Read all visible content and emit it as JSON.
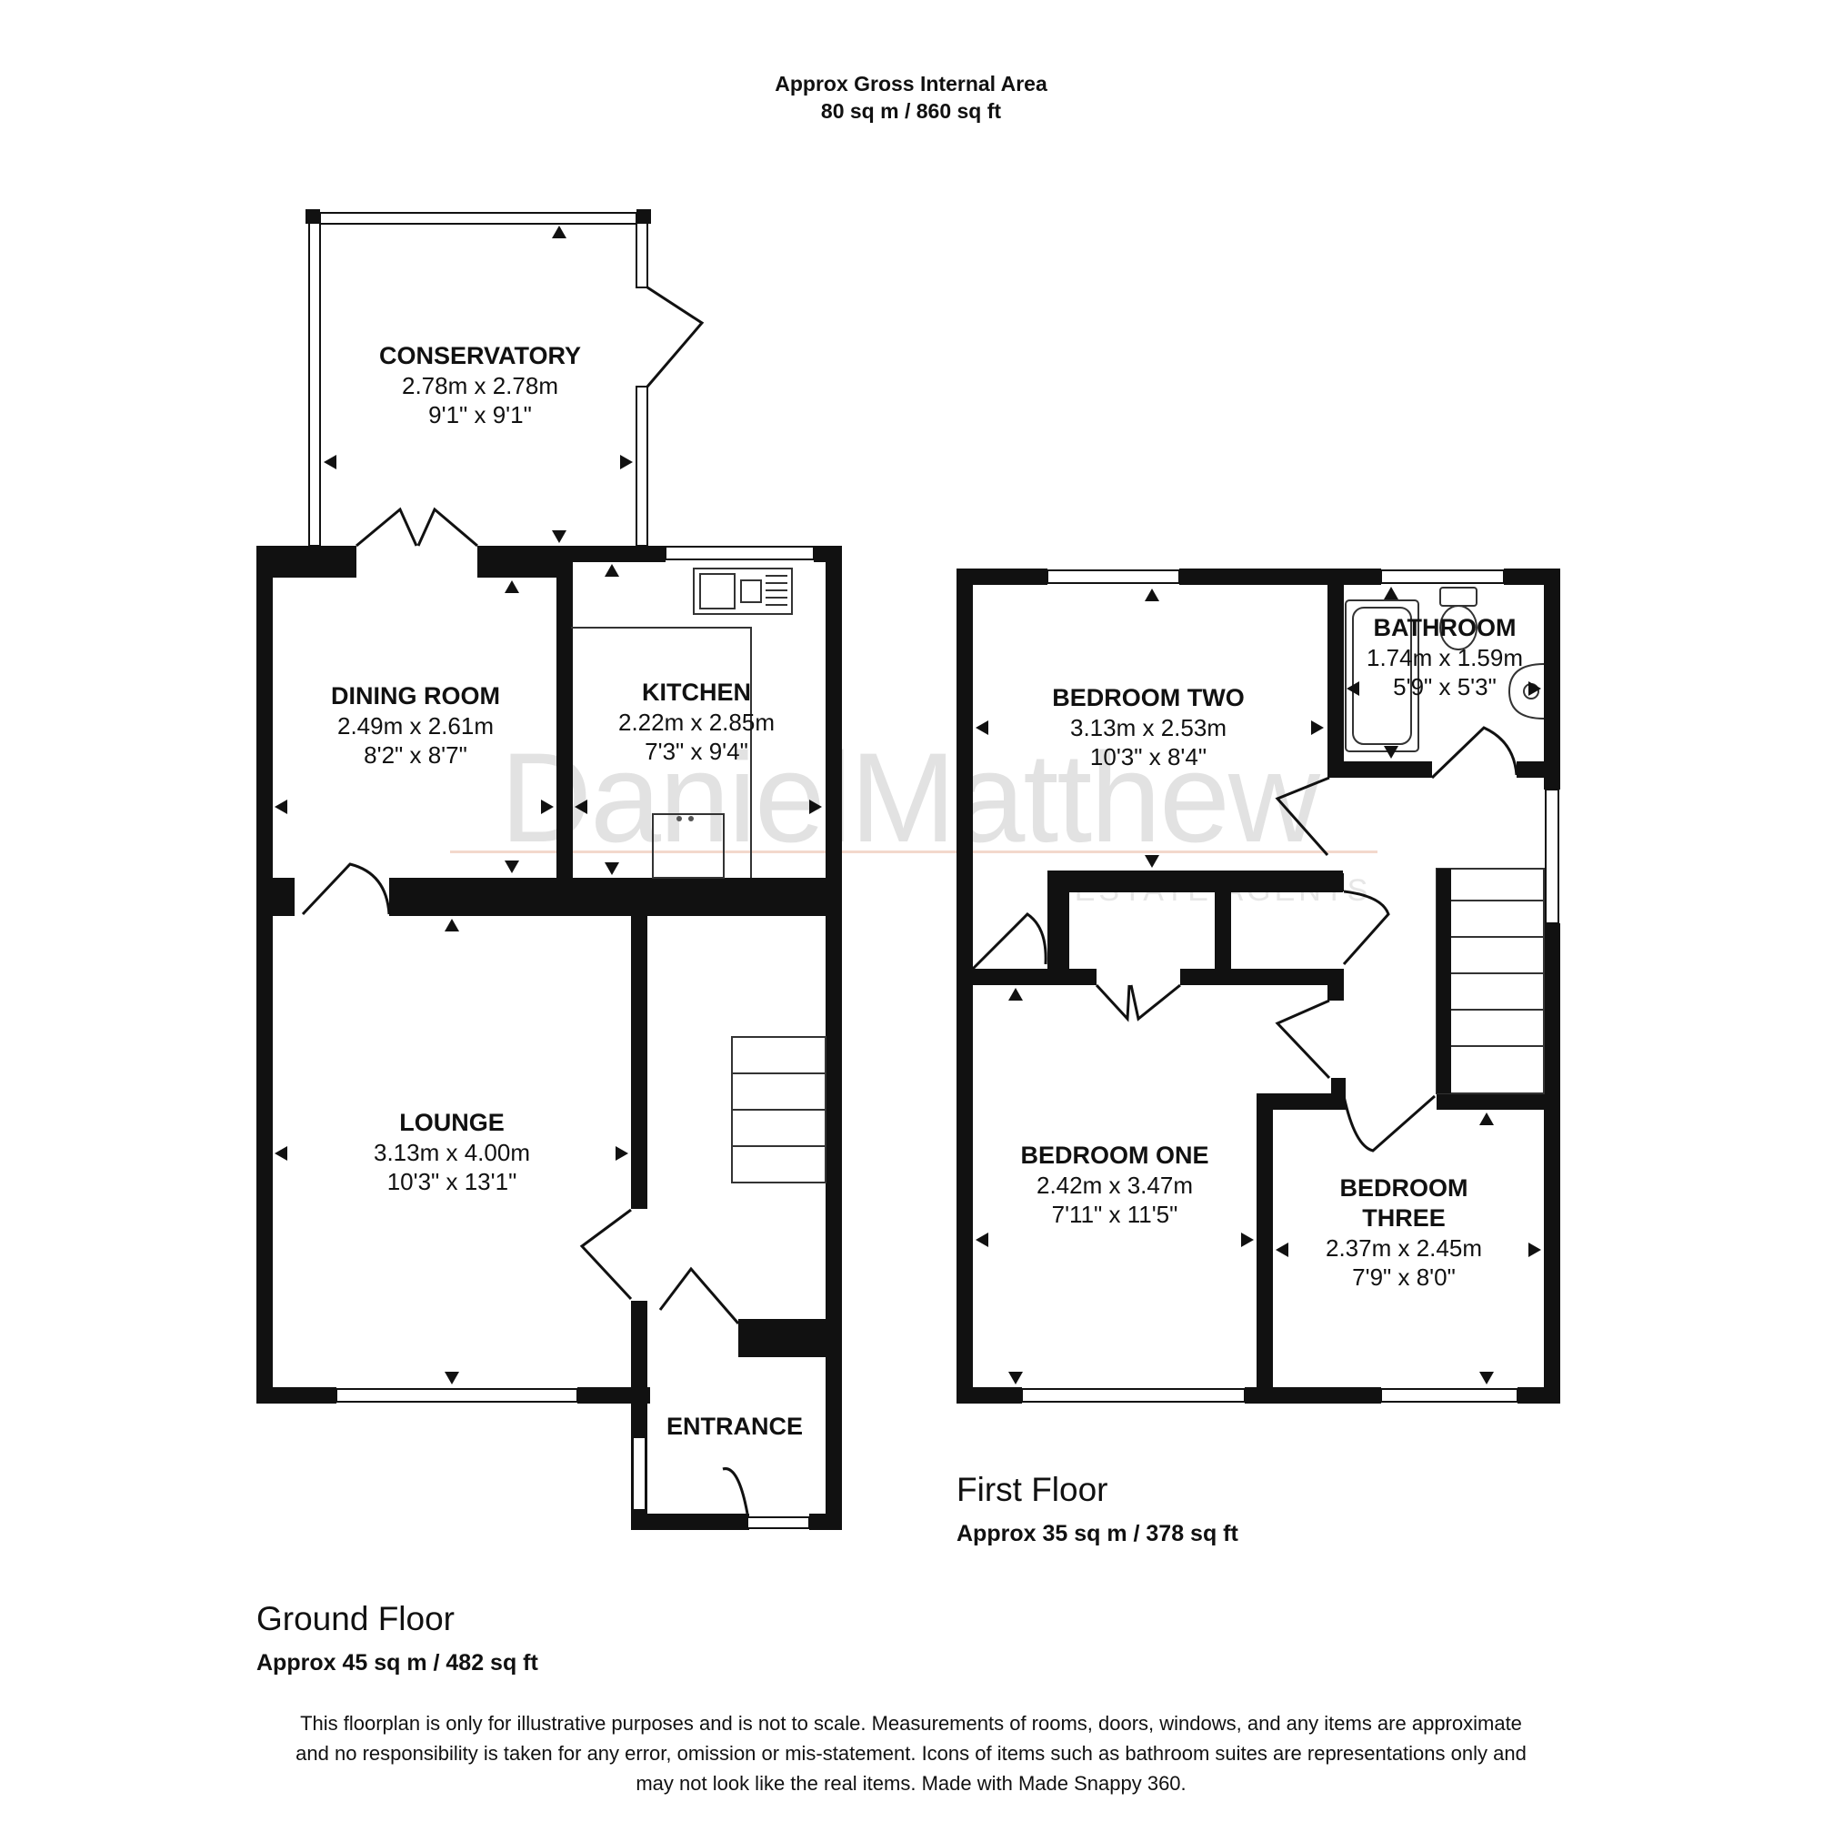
{
  "header": {
    "line1": "Approx Gross Internal Area",
    "line2": "80 sq m / 860 sq ft"
  },
  "watermark": {
    "brand": "DanielMatthew",
    "tagline": "ESTATE AGENTS"
  },
  "rooms": {
    "conservatory": {
      "name": "CONSERVATORY",
      "metric": "2.78m x 2.78m",
      "imperial": "9'1\" x 9'1\""
    },
    "dining_room": {
      "name": "DINING ROOM",
      "metric": "2.49m x 2.61m",
      "imperial": "8'2\" x 8'7\""
    },
    "kitchen": {
      "name": "KITCHEN",
      "metric": "2.22m x 2.85m",
      "imperial": "7'3\" x 9'4\""
    },
    "lounge": {
      "name": "LOUNGE",
      "metric": "3.13m x 4.00m",
      "imperial": "10'3\" x 13'1\""
    },
    "entrance": {
      "name": "ENTRANCE"
    },
    "bedroom_two": {
      "name": "BEDROOM TWO",
      "metric": "3.13m x 2.53m",
      "imperial": "10'3\" x 8'4\""
    },
    "bathroom": {
      "name": "BATHROOM",
      "metric": "1.74m x 1.59m",
      "imperial": "5'9\" x 5'3\""
    },
    "bedroom_one": {
      "name": "BEDROOM ONE",
      "metric": "2.42m x 3.47m",
      "imperial": "7'11\" x 11'5\""
    },
    "bedroom_three": {
      "name_line1": "BEDROOM",
      "name_line2": "THREE",
      "metric": "2.37m x 2.45m",
      "imperial": "7'9\" x 8'0\""
    }
  },
  "floors": {
    "ground": {
      "label": "Ground Floor",
      "area": "Approx 45 sq m / 482 sq ft"
    },
    "first": {
      "label": "First Floor",
      "area": "Approx 35 sq m / 378 sq ft"
    }
  },
  "disclaimer": {
    "line1": "This floorplan is only for illustrative purposes and is not to scale. Measurements of rooms, doors, windows, and any items are approximate",
    "line2": "and no responsibility is taken for any error, omission or mis-statement. Icons of items such as bathroom suites are representations only and",
    "line3": "may not look like the real items. Made with Made Snappy 360."
  }
}
